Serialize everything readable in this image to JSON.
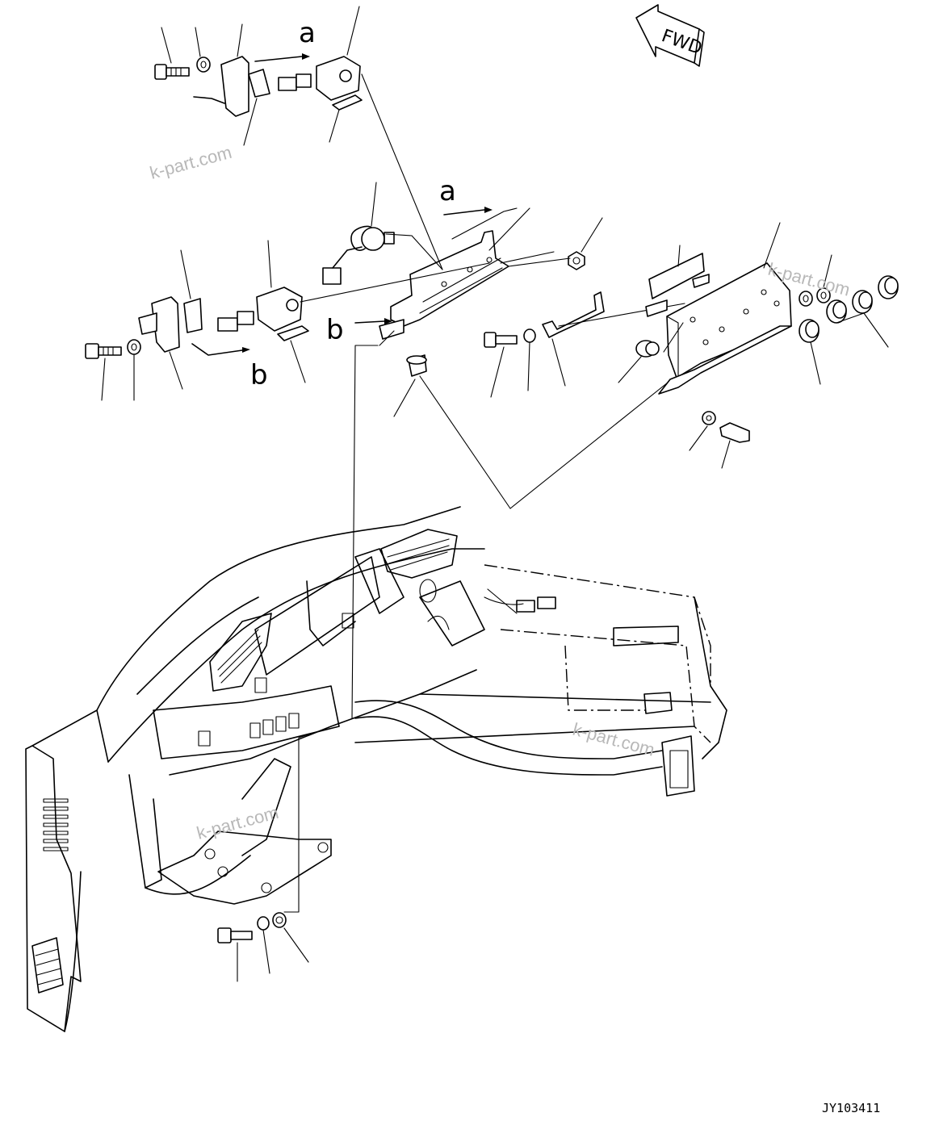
{
  "drawing_code": "JY103411",
  "direction_label": "FWD",
  "detail_labels": [
    "a",
    "a",
    "b",
    "b"
  ],
  "watermark": "k-part.com"
}
